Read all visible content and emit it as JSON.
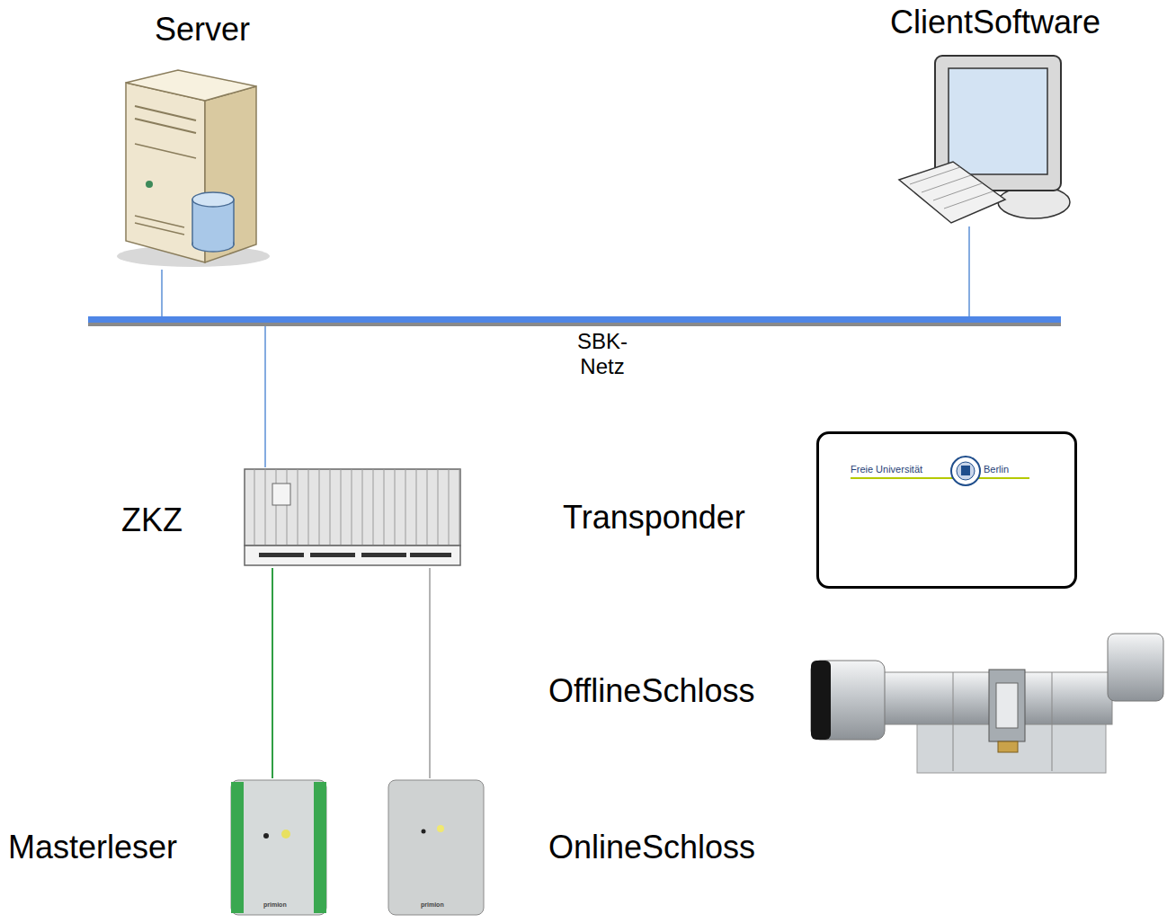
{
  "diagram": {
    "nodes": [
      {
        "text": [
          "Server"
        ]
      },
      {
        "text": [
          "ClientSoftware"
        ]
      },
      {
        "text": [
          "SBK- Netz"
        ]
      },
      {
        "text": [
          "ZKZ"
        ]
      },
      {
        "text": [
          "Transponder",
          "Freie Universität",
          "Berlin"
        ]
      },
      {
        "text": [
          "OfflineSchloss"
        ]
      },
      {
        "text": [
          "Masterleser"
        ]
      },
      {
        "text": [
          "OnlineSchloss"
        ]
      }
    ],
    "edges": [
      {
        "from": 0,
        "to": 2,
        "arrow": "none"
      },
      {
        "from": 1,
        "to": 2,
        "arrow": "none"
      },
      {
        "from": 2,
        "to": 3,
        "arrow": "none"
      },
      {
        "from": 3,
        "to": 6,
        "arrow": "none"
      },
      {
        "from": 3,
        "to": 7,
        "arrow": "none"
      }
    ],
    "labels": [
      "primion",
      "primion"
    ]
  }
}
